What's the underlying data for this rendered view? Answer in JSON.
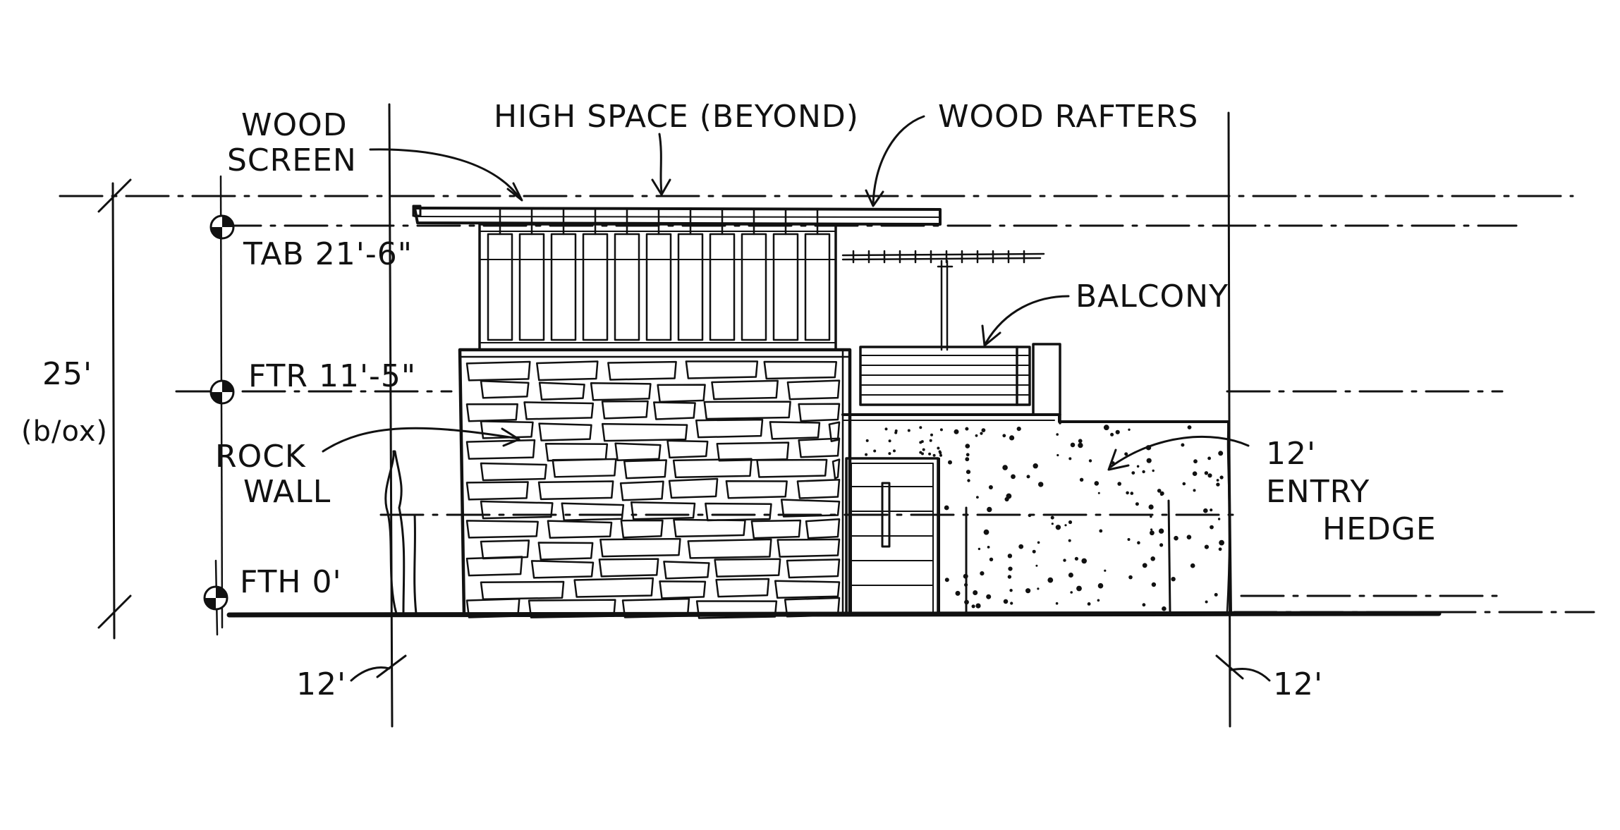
{
  "labels": {
    "wood_screen_1": "WOOD",
    "wood_screen_2": "SCREEN",
    "high_space": "HIGH SPACE (BEYOND)",
    "wood_rafters": "WOOD RAFTERS",
    "balcony": "BALCONY",
    "rock_wall_1": "ROCK",
    "rock_wall_2": "WALL",
    "entry_hedge_1": "12'",
    "entry_hedge_2": "ENTRY",
    "entry_hedge_3": "HEDGE"
  },
  "levels": {
    "tab": "TAB 21'-6\"",
    "ftr": "FTR 11'-5\"",
    "fth": "FTH 0'"
  },
  "dimensions": {
    "height_1": "25'",
    "height_2": "(b/ox)",
    "left_setback": "12'",
    "right_setback": "12'"
  }
}
